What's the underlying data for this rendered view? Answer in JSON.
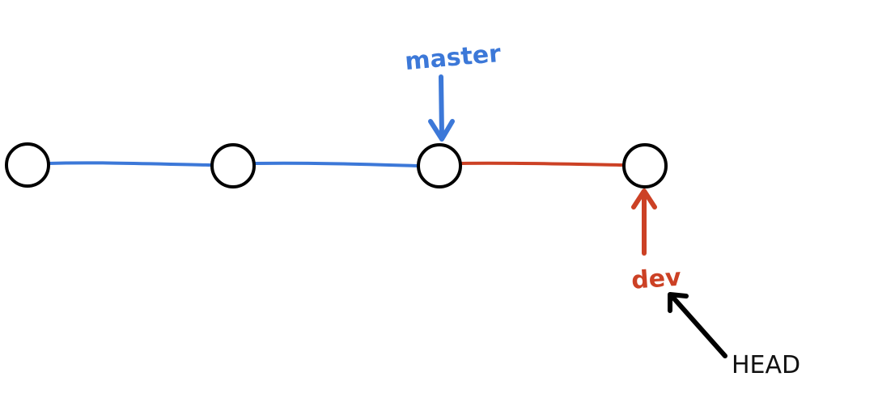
{
  "diagram": {
    "colors": {
      "master": "#3c78d8",
      "dev": "#cc4125",
      "head": "#000000",
      "commit_stroke": "#000000",
      "commit_fill": "#ffffff"
    },
    "commits": [
      "commit-1",
      "commit-2",
      "commit-3",
      "commit-4"
    ],
    "branches": {
      "master": {
        "label": "master",
        "points_to": "commit-3"
      },
      "dev": {
        "label": "dev",
        "points_to": "commit-4"
      }
    },
    "head": {
      "label": "HEAD",
      "points_to": "dev"
    }
  }
}
